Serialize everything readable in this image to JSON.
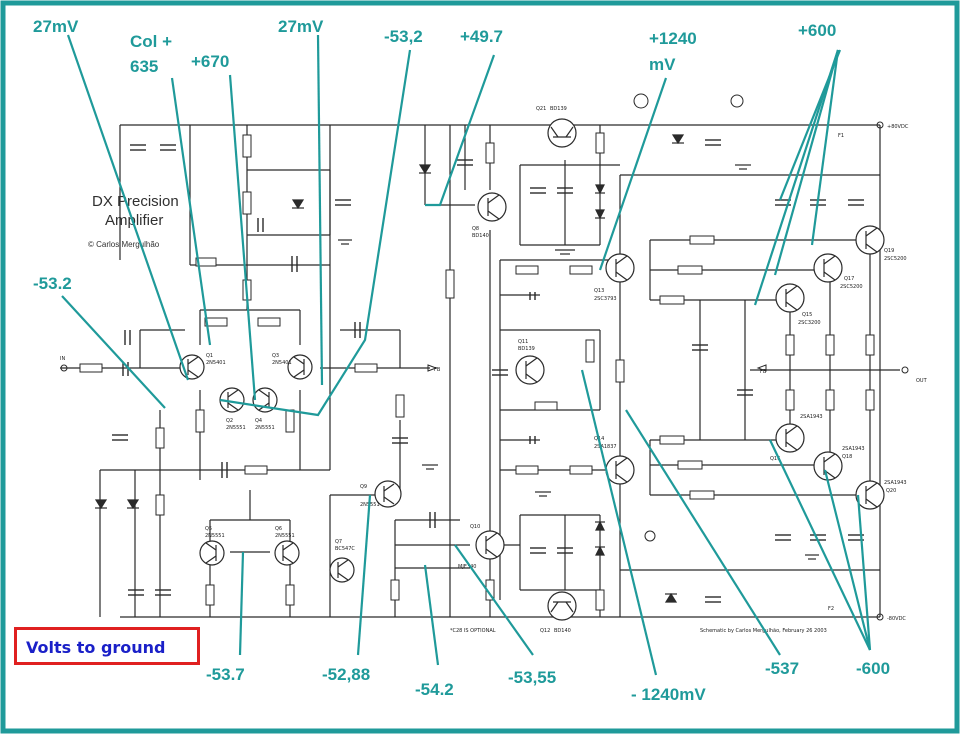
{
  "title_line1": "DX Precision",
  "title_line2": "Amplifier",
  "author": "© Carlos Mergulhão",
  "legend": "Volts to ground",
  "rails": {
    "positive": "+80VDC",
    "negative": "-80VDC",
    "fuse_top": "F1",
    "fuse_bottom": "F2"
  },
  "io": {
    "input": "IN",
    "output": "OUT",
    "feedback": "FB"
  },
  "notes": {
    "optional": "*C28 IS OPTIONAL",
    "footer": "Schematic by Carlos Mergulhão, February 26 2003"
  },
  "colors": {
    "annotation": "#1f9a9a",
    "legend_text": "#1a20c8",
    "legend_border": "#e02020",
    "frame": "#1f9a9a",
    "wire": "#2a2a2a"
  },
  "annotations": [
    {
      "id": "a1",
      "text": "27mV"
    },
    {
      "id": "a2",
      "text": "Col +"
    },
    {
      "id": "a3",
      "text": "635"
    },
    {
      "id": "a4",
      "text": "+670"
    },
    {
      "id": "a5",
      "text": "27mV"
    },
    {
      "id": "a6",
      "text": "-53,2"
    },
    {
      "id": "a7",
      "text": "+49.7"
    },
    {
      "id": "a8",
      "text": "+1240"
    },
    {
      "id": "a9",
      "text": "mV"
    },
    {
      "id": "a10",
      "text": "+600"
    },
    {
      "id": "a11",
      "text": "-53.2"
    },
    {
      "id": "a12",
      "text": "-53.7"
    },
    {
      "id": "a13",
      "text": "-52,88"
    },
    {
      "id": "a14",
      "text": "-54.2"
    },
    {
      "id": "a15",
      "text": "-53,55"
    },
    {
      "id": "a16",
      "text": "- 1240mV"
    },
    {
      "id": "a17",
      "text": "-537"
    },
    {
      "id": "a18",
      "text": "-600"
    }
  ],
  "transistors": [
    {
      "id": "Q1",
      "label": "Q1",
      "part": "2N5401"
    },
    {
      "id": "Q2",
      "label": "Q2",
      "part": "2N5551"
    },
    {
      "id": "Q3",
      "label": "Q3",
      "part": "2N5401"
    },
    {
      "id": "Q4",
      "label": "Q4",
      "part": "2N5551"
    },
    {
      "id": "Q5",
      "label": "Q5",
      "part": "2N5551"
    },
    {
      "id": "Q6",
      "label": "Q6",
      "part": "2N5551"
    },
    {
      "id": "Q7",
      "label": "Q7",
      "part": "BC547C"
    },
    {
      "id": "Q8",
      "label": "Q8",
      "part": "BD140"
    },
    {
      "id": "Q9",
      "label": "Q9",
      "part": "2N5551"
    },
    {
      "id": "Q10",
      "label": "Q10",
      "part": "MJE340"
    },
    {
      "id": "Q11",
      "label": "Q11",
      "part": "BD139"
    },
    {
      "id": "Q12",
      "label": "Q12",
      "part": "BD140"
    },
    {
      "id": "Q13",
      "label": "Q13",
      "part": "2SC3793"
    },
    {
      "id": "Q14",
      "label": "Q14",
      "part": "2SA1837"
    },
    {
      "id": "Q15",
      "label": "Q15",
      "part": "2SC3200"
    },
    {
      "id": "Q16",
      "label": "Q16",
      "part": "2SA1943"
    },
    {
      "id": "Q17",
      "label": "Q17",
      "part": "2SC5200"
    },
    {
      "id": "Q18",
      "label": "Q18",
      "part": "2SA1943"
    },
    {
      "id": "Q19",
      "label": "Q19",
      "part": "2SC5200"
    },
    {
      "id": "Q20",
      "label": "Q20",
      "part": "2SA1943"
    },
    {
      "id": "Q21",
      "label": "Q21",
      "part": "BD139"
    }
  ]
}
